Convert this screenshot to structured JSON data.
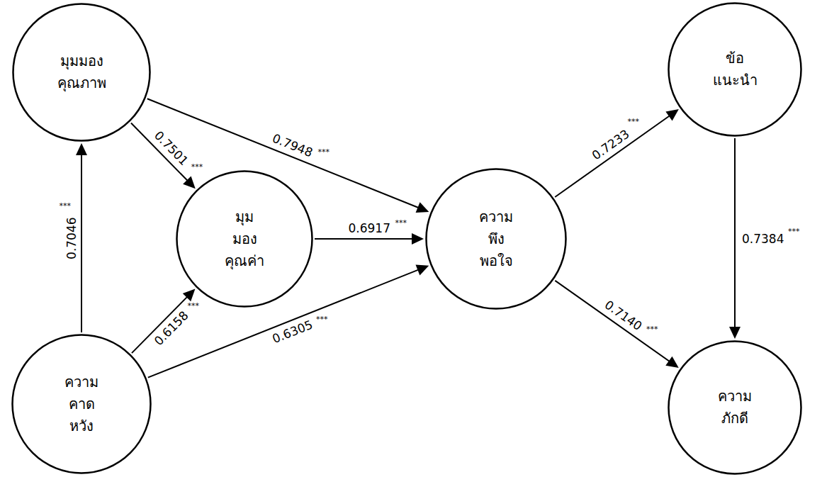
{
  "diagram": {
    "nodes": [
      {
        "text": [
          "มุมมองคุณภาพ"
        ]
      },
      {
        "text": [
          "ข้อ แนะนำ"
        ]
      },
      {
        "text": [
          "มุมมอง คุณค่า"
        ]
      },
      {
        "text": [
          "ความ พึงพอใจ"
        ]
      },
      {
        "text": [
          "ความ คาดหวัง"
        ]
      },
      {
        "text": [
          "ความ ภักดี"
        ]
      }
    ],
    "edges": [
      {
        "from": 0,
        "to": 3,
        "label": "0.7948",
        "arrow": "to"
      },
      {
        "from": 0,
        "to": 2,
        "label": "0.7501",
        "arrow": "to"
      },
      {
        "from": 4,
        "to": 0,
        "label": "0.7046",
        "arrow": "to"
      },
      {
        "from": 2,
        "to": 3,
        "label": "0.6917",
        "arrow": "to"
      },
      {
        "from": 4,
        "to": 2,
        "label": "0.6158",
        "arrow": "to"
      },
      {
        "from": 4,
        "to": 3,
        "label": "0.6305",
        "arrow": "to"
      },
      {
        "from": 3,
        "to": 1,
        "label": "0.7233",
        "arrow": "to"
      },
      {
        "from": 3,
        "to": 5,
        "label": "0.7140",
        "arrow": "to"
      },
      {
        "from": 1,
        "to": 5,
        "label": "0.7384",
        "arrow": "to"
      }
    ],
    "labels": [
      "***",
      "***",
      "***",
      "***",
      "***",
      "***",
      "***",
      "***",
      "***"
    ]
  }
}
